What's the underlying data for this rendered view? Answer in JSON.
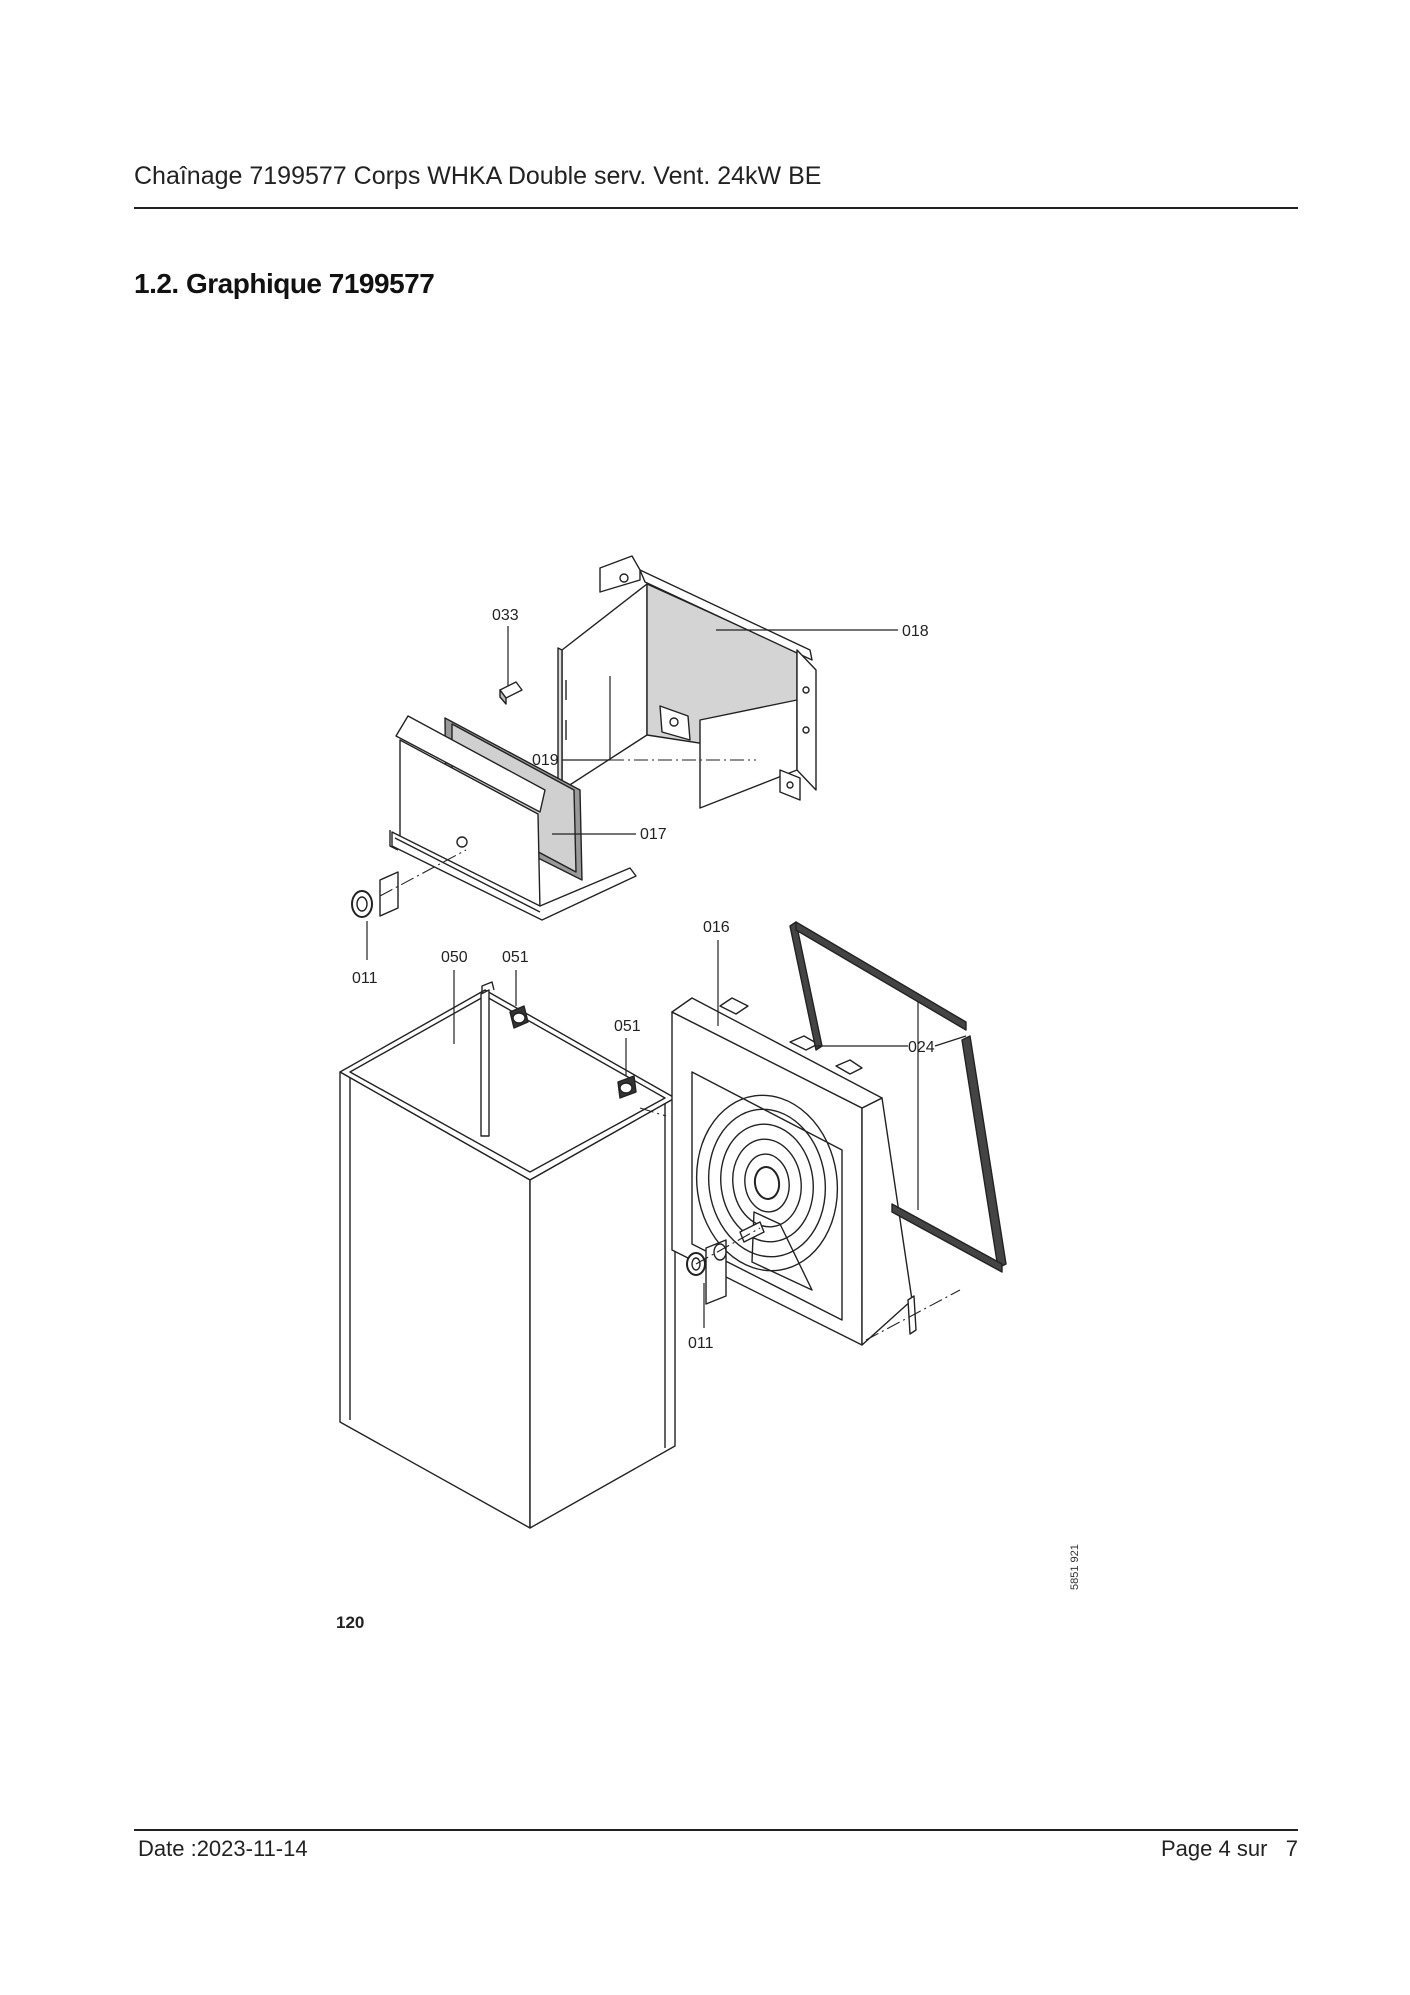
{
  "header": {
    "title": "Chaînage 7199577 Corps WHKA Double serv. Vent. 24kW BE"
  },
  "section": {
    "title": "1.2. Graphique 7199577"
  },
  "drawing": {
    "part_labels": {
      "p033": "033",
      "p018": "018",
      "p019": "019",
      "p017": "017",
      "p011a": "011",
      "p050": "050",
      "p051a": "051",
      "p016": "016",
      "p051b": "051",
      "p024": "024",
      "p011b": "011"
    },
    "figure_number": "120",
    "drawing_ref": "5851 921"
  },
  "footer": {
    "date": "Date :2023-11-14",
    "page_prefix": "Page 4 sur",
    "page_total": "7"
  }
}
